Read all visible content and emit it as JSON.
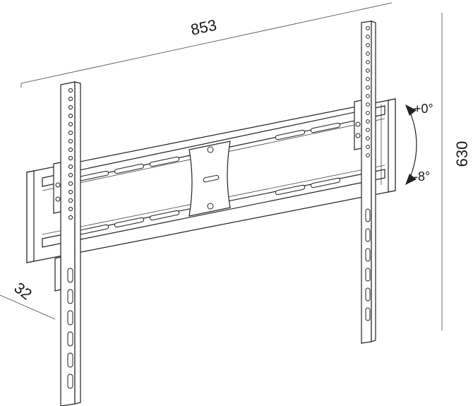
{
  "dimensions": {
    "width_label": "853",
    "height_label": "630",
    "depth_label": "32"
  },
  "tilt": {
    "up_label": "+0°",
    "down_label": "-8°"
  },
  "colors": {
    "line": "#222222",
    "background": "#ffffff"
  }
}
